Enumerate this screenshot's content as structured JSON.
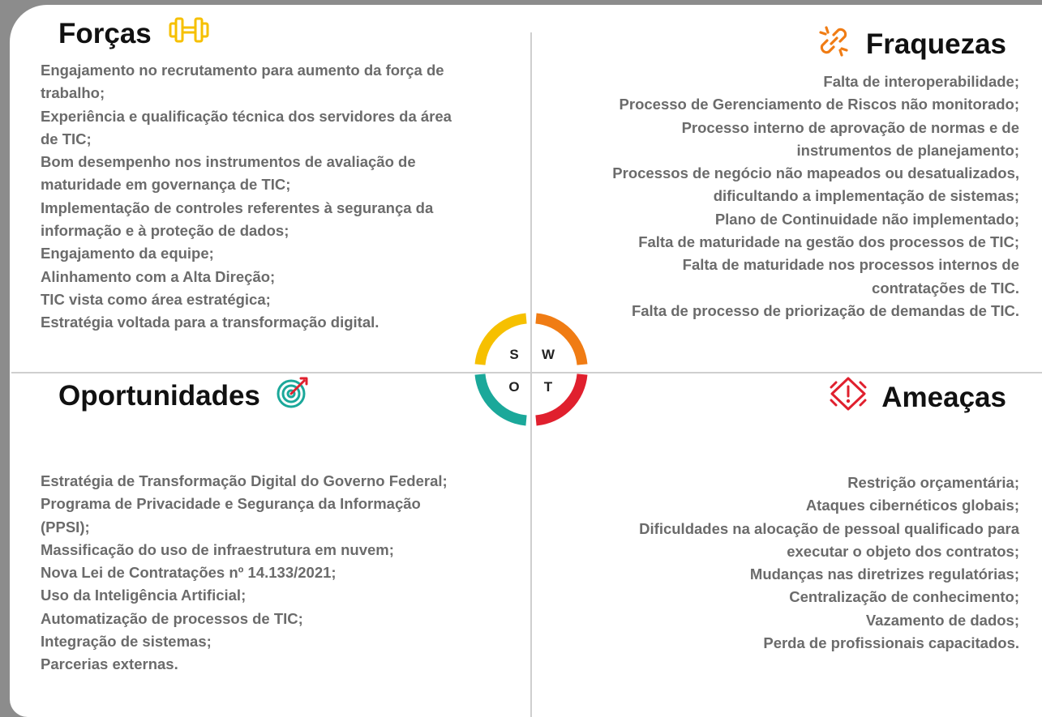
{
  "quadrants": {
    "strengths": {
      "title": "Forças",
      "icon": "dumbbell-icon",
      "color": "#F6C000",
      "items": [
        "Engajamento no recrutamento para aumento da força de",
        "trabalho;",
        "Experiência e qualificação técnica dos servidores da área",
        "de TIC;",
        "Bom desempenho nos instrumentos de avaliação de",
        "maturidade em governança de TIC;",
        "Implementação de controles referentes à segurança da",
        "informação e à proteção de dados;",
        "Engajamento da equipe;",
        "Alinhamento com a Alta Direção;",
        "TIC vista como área estratégica;",
        "Estratégia voltada para a transformação digital."
      ]
    },
    "weaknesses": {
      "title": "Fraquezas",
      "icon": "broken-link-icon",
      "color": "#F07C14",
      "items": [
        "Falta de interoperabilidade;",
        "Processo de Gerenciamento de Riscos não monitorado;",
        "Processo interno de aprovação de normas e de",
        "instrumentos de planejamento;",
        "Processos de negócio não mapeados ou desatualizados,",
        "dificultando a implementação de sistemas;",
        "Plano de Continuidade não implementado;",
        "Falta de maturidade na gestão dos processos de TIC;",
        "Falta de maturidade nos processos internos de",
        "contratações de TIC.",
        "Falta de processo de priorização de demandas de TIC."
      ]
    },
    "opportunities": {
      "title": "Oportunidades",
      "icon": "target-icon",
      "color": "#1BA89A",
      "items": [
        "Estratégia de Transformação Digital do Governo Federal;",
        "Programa de Privacidade e Segurança da Informação",
        "(PPSI);",
        "Massificação do uso de infraestrutura em nuvem;",
        "Nova Lei de Contratações nº 14.133/2021;",
        "Uso da Inteligência Artificial;",
        "Automatização de processos de TIC;",
        "Integração de sistemas;",
        "Parcerias externas."
      ]
    },
    "threats": {
      "title": "Ameaças",
      "icon": "warning-icon",
      "color": "#E0202E",
      "items": [
        "Restrição orçamentária;",
        "Ataques cibernéticos globais;",
        "Dificuldades na alocação de pessoal qualificado para",
        "executar o objeto dos contratos;",
        "Mudanças nas diretrizes regulatórias;",
        "Centralização de conhecimento;",
        "Vazamento de dados;",
        "Perda de profissionais capacitados."
      ]
    }
  },
  "swot": {
    "letters": {
      "s": "S",
      "w": "W",
      "o": "O",
      "t": "T"
    },
    "colors": {
      "s": "#F6C000",
      "w": "#F07C14",
      "o": "#1BA89A",
      "t": "#E0202E"
    }
  }
}
